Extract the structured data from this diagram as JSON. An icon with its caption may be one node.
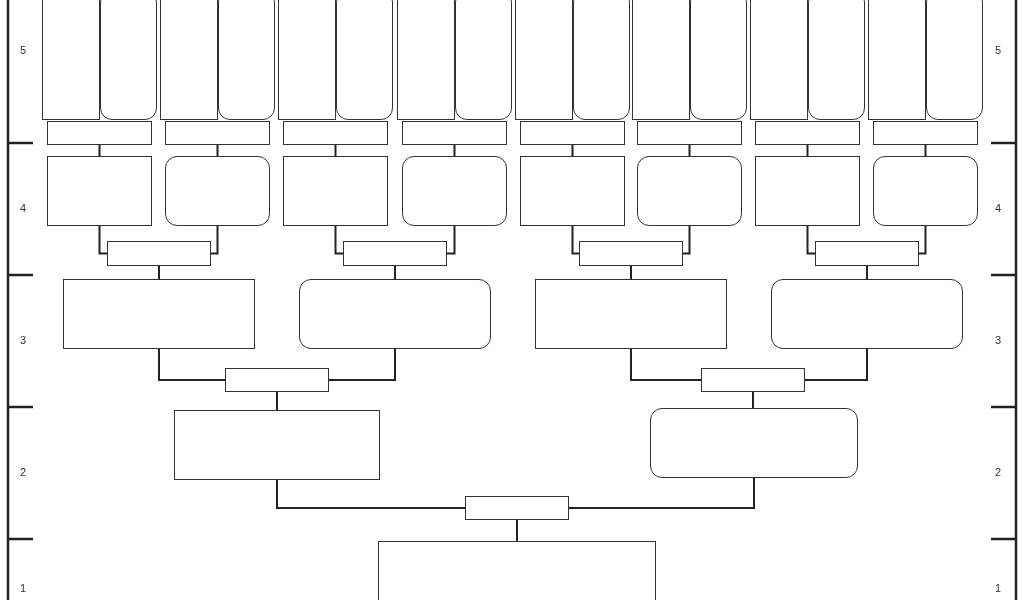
{
  "diagram": {
    "nodes": [
      {
        "text": [],
        "shape": "box"
      },
      {
        "text": [],
        "shape": "box"
      },
      {
        "text": [],
        "shape": "box"
      },
      {
        "text": [],
        "shape": "box"
      },
      {
        "text": [],
        "shape": "box"
      },
      {
        "text": [],
        "shape": "box"
      },
      {
        "text": [],
        "shape": "box"
      },
      {
        "text": [],
        "shape": "box"
      },
      {
        "text": [],
        "shape": "box"
      },
      {
        "text": [],
        "shape": "box"
      },
      {
        "text": [],
        "shape": "box"
      },
      {
        "text": [],
        "shape": "box"
      },
      {
        "text": [],
        "shape": "box"
      },
      {
        "text": [],
        "shape": "box"
      },
      {
        "text": [],
        "shape": "box"
      },
      {
        "text": [],
        "shape": "box"
      },
      {
        "text": [],
        "shape": "box"
      },
      {
        "text": [],
        "shape": "box"
      },
      {
        "text": [],
        "shape": "box"
      },
      {
        "text": [],
        "shape": "box"
      },
      {
        "text": [],
        "shape": "box"
      },
      {
        "text": [],
        "shape": "box"
      },
      {
        "text": [],
        "shape": "box"
      },
      {
        "text": [],
        "shape": "box"
      },
      {
        "text": [],
        "shape": "box"
      },
      {
        "text": [],
        "shape": "box"
      },
      {
        "text": [],
        "shape": "box"
      },
      {
        "text": [],
        "shape": "box"
      },
      {
        "text": [],
        "shape": "box"
      },
      {
        "text": [],
        "shape": "box"
      },
      {
        "text": [],
        "shape": "box"
      },
      {
        "text": [],
        "shape": "box"
      },
      {
        "text": [],
        "shape": "box"
      },
      {
        "text": [],
        "shape": "box"
      },
      {
        "text": [],
        "shape": "box"
      },
      {
        "text": [],
        "shape": "box"
      },
      {
        "text": [],
        "shape": "box"
      },
      {
        "text": [],
        "shape": "box"
      },
      {
        "text": [],
        "shape": "box"
      },
      {
        "text": [],
        "shape": "box"
      },
      {
        "text": [],
        "shape": "box"
      },
      {
        "text": [],
        "shape": "box"
      },
      {
        "text": [],
        "shape": "box"
      },
      {
        "text": [],
        "shape": "box"
      },
      {
        "text": [],
        "shape": "box"
      },
      {
        "text": [],
        "shape": "box"
      }
    ],
    "edges": [
      {
        "from": 16,
        "to": 24,
        "arrow": "none"
      },
      {
        "from": 17,
        "to": 25,
        "arrow": "none"
      },
      {
        "from": 18,
        "to": 26,
        "arrow": "none"
      },
      {
        "from": 19,
        "to": 27,
        "arrow": "none"
      },
      {
        "from": 20,
        "to": 28,
        "arrow": "none"
      },
      {
        "from": 21,
        "to": 29,
        "arrow": "none"
      },
      {
        "from": 22,
        "to": 30,
        "arrow": "none"
      },
      {
        "from": 23,
        "to": 31,
        "arrow": "none"
      },
      {
        "from": 24,
        "to": 32,
        "arrow": "none"
      },
      {
        "from": 25,
        "to": 32,
        "arrow": "none"
      },
      {
        "from": 26,
        "to": 33,
        "arrow": "none"
      },
      {
        "from": 27,
        "to": 33,
        "arrow": "none"
      },
      {
        "from": 28,
        "to": 34,
        "arrow": "none"
      },
      {
        "from": 29,
        "to": 34,
        "arrow": "none"
      },
      {
        "from": 30,
        "to": 35,
        "arrow": "none"
      },
      {
        "from": 31,
        "to": 35,
        "arrow": "none"
      },
      {
        "from": 32,
        "to": 36,
        "arrow": "none"
      },
      {
        "from": 33,
        "to": 37,
        "arrow": "none"
      },
      {
        "from": 34,
        "to": 38,
        "arrow": "none"
      },
      {
        "from": 35,
        "to": 39,
        "arrow": "none"
      },
      {
        "from": 36,
        "to": 40,
        "arrow": "none"
      },
      {
        "from": 37,
        "to": 40,
        "arrow": "none"
      },
      {
        "from": 38,
        "to": 41,
        "arrow": "none"
      },
      {
        "from": 39,
        "to": 41,
        "arrow": "none"
      },
      {
        "from": 40,
        "to": 42,
        "arrow": "none"
      },
      {
        "from": 41,
        "to": 43,
        "arrow": "none"
      },
      {
        "from": 42,
        "to": 44,
        "arrow": "none"
      },
      {
        "from": 43,
        "to": 44,
        "arrow": "none"
      },
      {
        "from": 44,
        "to": 45,
        "arrow": "none"
      }
    ],
    "labels": [
      "5",
      "5",
      "4",
      "4",
      "3",
      "3",
      "2",
      "2",
      "1",
      "1"
    ]
  }
}
